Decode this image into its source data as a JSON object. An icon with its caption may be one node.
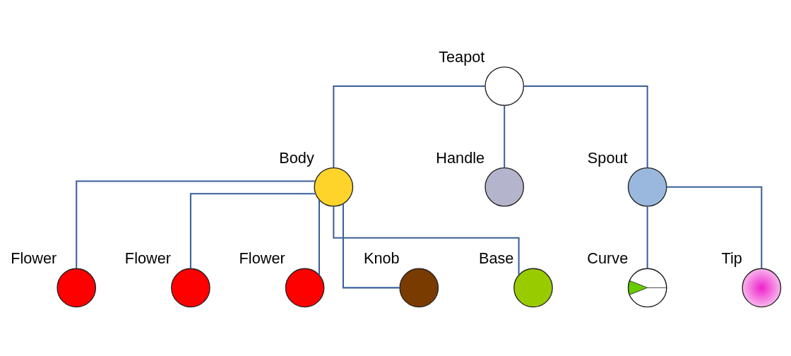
{
  "diagram": {
    "nodes": [
      {
        "text": [],
        "shape": "circle",
        "beside": [
          "Teapot"
        ]
      },
      {
        "text": [],
        "shape": "circle",
        "beside": [
          "Body"
        ]
      },
      {
        "text": [],
        "shape": "circle",
        "beside": [
          "Handle"
        ]
      },
      {
        "text": [],
        "shape": "circle",
        "beside": [
          "Spout"
        ]
      },
      {
        "text": [],
        "shape": "circle",
        "beside": [
          "Flower"
        ]
      },
      {
        "text": [],
        "shape": "circle",
        "beside": [
          "Flower"
        ]
      },
      {
        "text": [],
        "shape": "circle",
        "beside": [
          "Flower"
        ]
      },
      {
        "text": [],
        "shape": "circle",
        "beside": [
          "Knob"
        ]
      },
      {
        "text": [],
        "shape": "circle",
        "beside": [
          "Base"
        ]
      },
      {
        "text": [],
        "shape": "circle",
        "beside": [
          "Curve"
        ]
      },
      {
        "text": [],
        "shape": "circle",
        "beside": [
          "Tip"
        ]
      }
    ],
    "edges": [
      {
        "from": 0,
        "to": 1,
        "arrow": "none"
      },
      {
        "from": 0,
        "to": 2,
        "arrow": "none"
      },
      {
        "from": 0,
        "to": 3,
        "arrow": "none"
      },
      {
        "from": 1,
        "to": 4,
        "arrow": "none"
      },
      {
        "from": 1,
        "to": 5,
        "arrow": "none"
      },
      {
        "from": 1,
        "to": 6,
        "arrow": "none"
      },
      {
        "from": 1,
        "to": 7,
        "arrow": "none"
      },
      {
        "from": 1,
        "to": 8,
        "arrow": "none"
      },
      {
        "from": 3,
        "to": 9,
        "arrow": "none"
      },
      {
        "from": 3,
        "to": 10,
        "arrow": "none"
      }
    ]
  }
}
